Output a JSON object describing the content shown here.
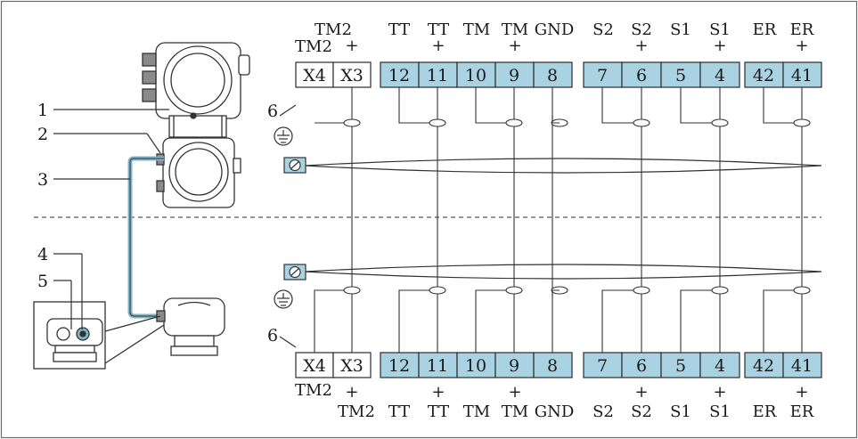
{
  "colors": {
    "terminal_fill": "#a9d3e3",
    "stroke": "#2b2b2b",
    "gland_fill": "#a9d3e3",
    "background": "#ffffff"
  },
  "callouts": [
    "1",
    "2",
    "3",
    "4",
    "5",
    "6",
    "6"
  ],
  "top_panel": {
    "header_row1": [
      "TM2",
      "TT",
      "TT",
      "TM",
      "TM",
      "GND",
      "S2",
      "S2",
      "S1",
      "S1",
      "ER",
      "ER"
    ],
    "plus_marks_row": [
      "+",
      "+",
      "+",
      "+",
      "+",
      "+"
    ],
    "left_label": "TM2",
    "terminals_white": [
      "X4",
      "X3"
    ],
    "terminals_group1": [
      "12",
      "11",
      "10",
      "9",
      "8"
    ],
    "terminals_group2": [
      "7",
      "6",
      "5",
      "4"
    ],
    "terminals_group3": [
      "42",
      "41"
    ]
  },
  "bottom_panel": {
    "terminals_white": [
      "X4",
      "X3"
    ],
    "terminals_group1": [
      "12",
      "11",
      "10",
      "9",
      "8"
    ],
    "terminals_group2": [
      "7",
      "6",
      "5",
      "4"
    ],
    "terminals_group3": [
      "42",
      "41"
    ],
    "left_label": "TM2",
    "plus_marks_row": [
      "+",
      "+",
      "+",
      "+",
      "+",
      "+"
    ],
    "footer_row": [
      "TM2",
      "TT",
      "TT",
      "TM",
      "TM",
      "GND",
      "S2",
      "S2",
      "S1",
      "S1",
      "ER",
      "ER"
    ]
  },
  "icons": [
    "earth-ground-icon",
    "cable-clamp-icon",
    "transmitter-housing-icon",
    "sensor-housing-icon",
    "junction-box-icon"
  ]
}
